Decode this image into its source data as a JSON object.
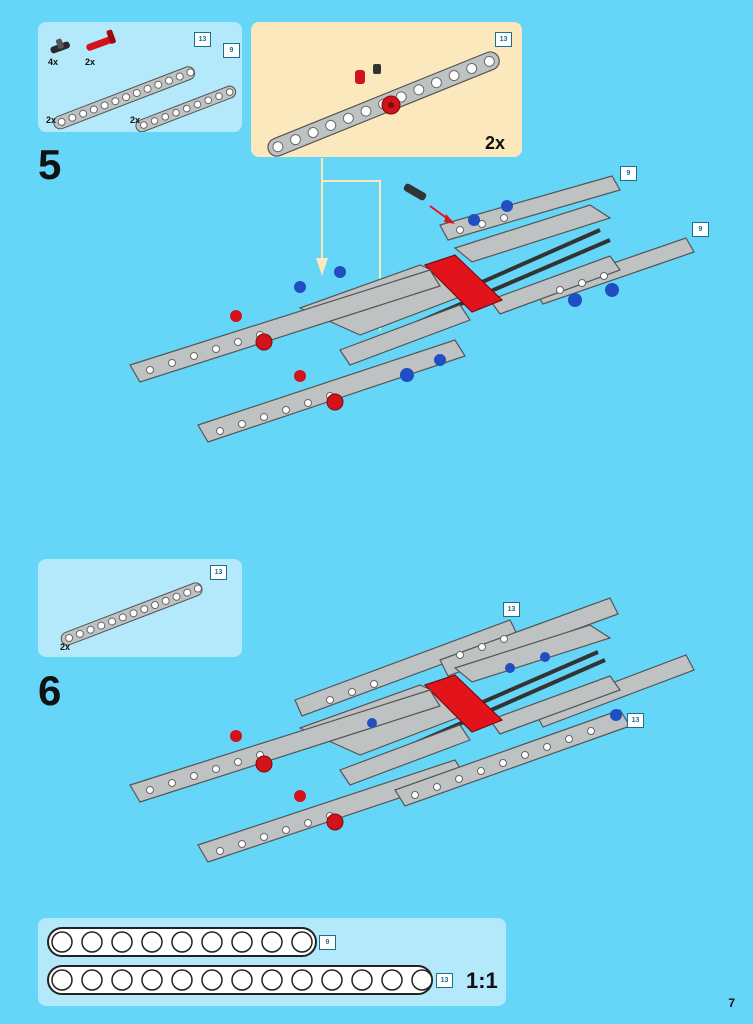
{
  "step5": {
    "number": "5",
    "parts": {
      "pin_black_qty": "4x",
      "pin_red_qty": "2x",
      "beam13_qty": "2x",
      "beam9_qty": "2x",
      "beam13_label": "13",
      "beam9_label": "9"
    },
    "subassembly": {
      "beam_label": "13",
      "multiplier": "2x"
    },
    "labels": {
      "beam9_a": "9",
      "beam9_b": "9"
    }
  },
  "step6": {
    "number": "6",
    "parts": {
      "beam13_qty": "2x",
      "beam13_label": "13"
    },
    "labels": {
      "beam13_a": "13",
      "beam13_b": "13"
    }
  },
  "scale": {
    "beam9_label": "9",
    "beam13_label": "13",
    "ratio": "1:1"
  },
  "page_number": "7",
  "colors": {
    "background": "#66d6f8",
    "parts_panel": "#b4e8fb",
    "subassembly_panel": "#fbe9bd",
    "beam_gray": "#bfc2c3",
    "pin_red": "#d3131b",
    "pin_blue": "#1f4fc2"
  }
}
